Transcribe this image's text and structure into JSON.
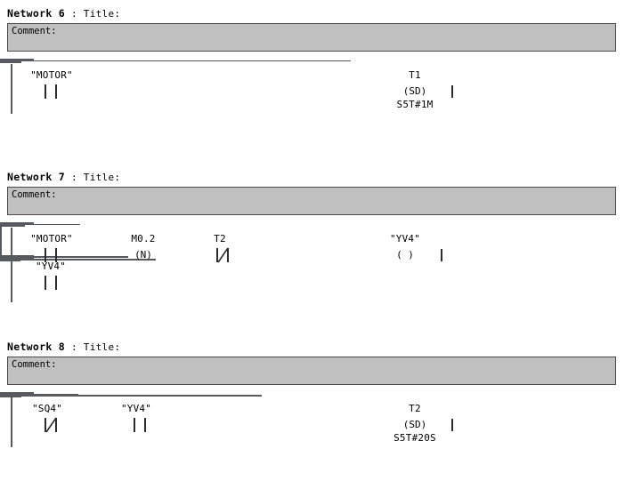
{
  "document": {
    "type": "ladder-logic-program",
    "language": "LAD"
  },
  "networks": [
    {
      "label": "Network 6",
      "title": " : Title:",
      "comment": "Comment:",
      "rungs": [
        {
          "elements": [
            {
              "kind": "contact-no",
              "operand": "\"MOTOR\""
            },
            {
              "kind": "coil-sd",
              "operand": "T1",
              "coil_text": "(SD)",
              "preset": "S5T#1M"
            }
          ]
        }
      ]
    },
    {
      "label": "Network 7",
      "title": " : Title:",
      "comment": "Comment:",
      "rungs": [
        {
          "elements": [
            {
              "kind": "contact-no",
              "operand": "\"MOTOR\""
            },
            {
              "kind": "coil-n",
              "operand": "M0.2",
              "coil_text": "(N)"
            },
            {
              "kind": "contact-nc",
              "operand": "T2"
            },
            {
              "kind": "coil-out",
              "operand": "\"YV4\"",
              "coil_text": "( )"
            }
          ]
        },
        {
          "branch": true,
          "elements": [
            {
              "kind": "contact-no",
              "operand": "\"YV4\""
            }
          ]
        }
      ]
    },
    {
      "label": "Network 8",
      "title": " : Title:",
      "comment": "Comment:",
      "rungs": [
        {
          "elements": [
            {
              "kind": "contact-nc",
              "operand": "\"SQ4\""
            },
            {
              "kind": "contact-no",
              "operand": "\"YV4\""
            },
            {
              "kind": "coil-sd",
              "operand": "T2",
              "coil_text": "(SD)",
              "preset": "S5T#20S"
            }
          ]
        }
      ]
    }
  ],
  "colors": {
    "comment_fill": "#c0c0c0",
    "comment_border": "#4a4a4a",
    "wire": "#555a5e",
    "symbol": "#2b2b2b",
    "background": "#ffffff"
  }
}
